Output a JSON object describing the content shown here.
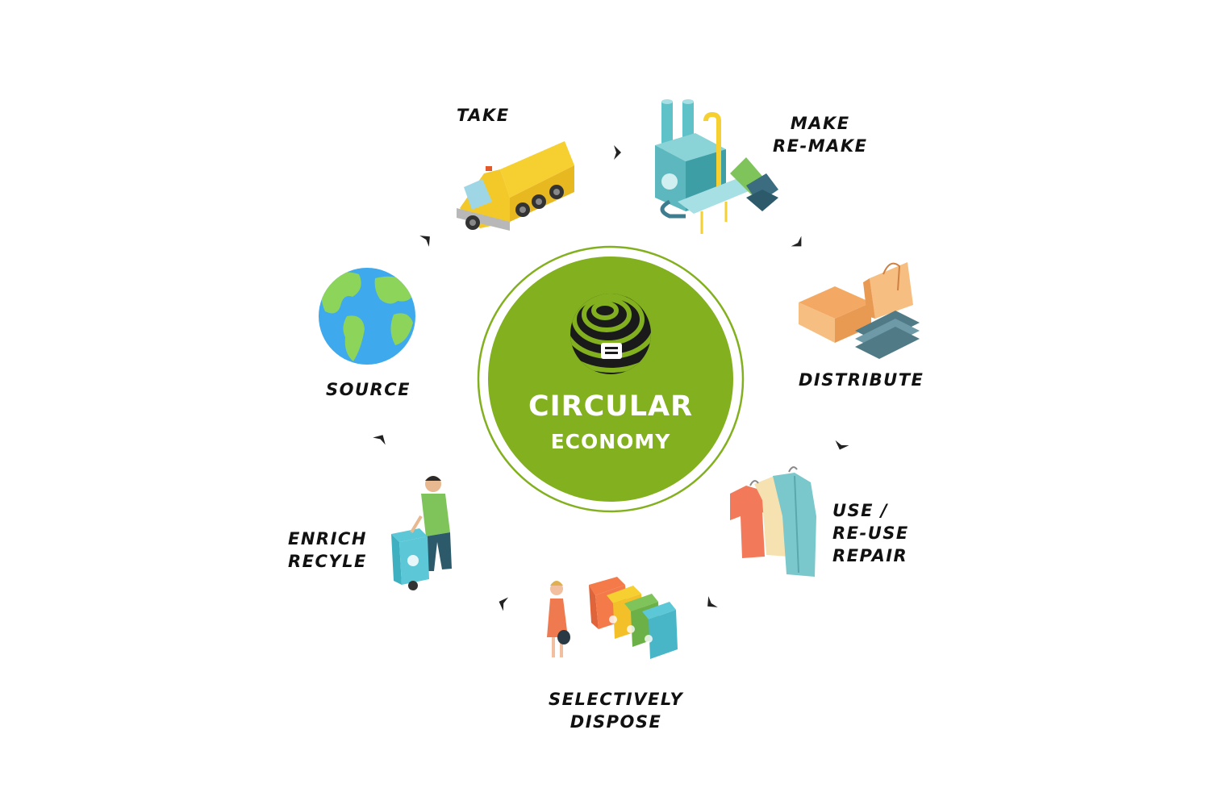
{
  "center": {
    "title": "CIRCULAR",
    "subtitle": "ECONOMY",
    "fill_color": "#82b01e",
    "ring_color": "#82b01e"
  },
  "stages": [
    {
      "id": "take",
      "lines": [
        "TAKE"
      ],
      "icon": "garbage-truck-icon"
    },
    {
      "id": "make",
      "lines": [
        "MAKE",
        "RE-MAKE"
      ],
      "icon": "factory-icon"
    },
    {
      "id": "distribute",
      "lines": [
        "DISTRIBUTE"
      ],
      "icon": "boxes-and-bags-icon"
    },
    {
      "id": "use",
      "lines": [
        "USE /",
        "RE-USE",
        "REPAIR"
      ],
      "icon": "clothing-icon"
    },
    {
      "id": "dispose",
      "lines": [
        "SELECTIVELY",
        "DISPOSE"
      ],
      "icon": "sorting-bins-icon"
    },
    {
      "id": "enrich",
      "lines": [
        "ENRICH",
        "RECYLE"
      ],
      "icon": "worker-with-bin-icon"
    },
    {
      "id": "source",
      "lines": [
        "SOURCE"
      ],
      "icon": "globe-icon"
    }
  ],
  "arrow_color": "#222222"
}
